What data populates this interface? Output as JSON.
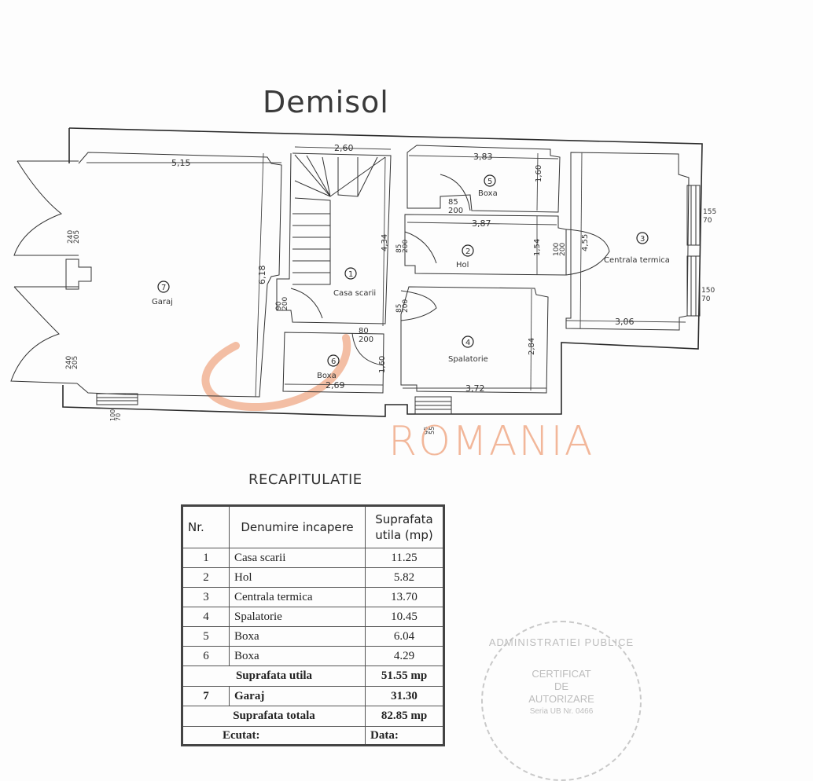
{
  "plan": {
    "title": "Demisol",
    "rooms": [
      {
        "nr": "1",
        "label": "Casa scarii"
      },
      {
        "nr": "2",
        "label": "Hol"
      },
      {
        "nr": "3",
        "label": "Centrala termica"
      },
      {
        "nr": "4",
        "label": "Spalatorie"
      },
      {
        "nr": "5",
        "label": "Boxa"
      },
      {
        "nr": "6",
        "label": "Boxa"
      },
      {
        "nr": "7",
        "label": "Garaj"
      }
    ],
    "dimensions": {
      "garaj_width": "5,15",
      "garaj_height": "6,18",
      "stair_width": "2,60",
      "stair_height": "4,34",
      "boxa5_width": "3,83",
      "boxa5_height": "1,60",
      "hol_width": "3,87",
      "hol_height": "1,54",
      "centrala_height": "4,55",
      "centrala_width": "3,06",
      "spalatorie_height": "2,84",
      "spalatorie_width": "3,72",
      "boxa6_width": "2,69",
      "boxa6_height": "1,60"
    },
    "openings": {
      "garage_door_top": {
        "w": "240",
        "h": "205"
      },
      "garage_door_bottom": {
        "w": "240",
        "h": "205"
      },
      "door_stair_left": {
        "w": "90",
        "h": "200"
      },
      "door_boxa6": {
        "w": "80",
        "h": "200"
      },
      "door_hol_left": {
        "w": "85",
        "h": "200"
      },
      "door_spalatorie": {
        "w": "85",
        "h": "200"
      },
      "door_boxa5": {
        "w": "85",
        "h": "200"
      },
      "door_centrala": {
        "w": "100",
        "h": "200"
      },
      "window_centrala_top": {
        "w": "155",
        "h": "70"
      },
      "window_centrala_bottom": {
        "w": "150",
        "h": "70"
      },
      "window_garaj": {
        "w": "100",
        "h": "70"
      },
      "window_spalatorie": {
        "w": "95",
        "h": "55"
      }
    }
  },
  "recap": {
    "title": "RECAPITULATIE",
    "headers": {
      "nr": "Nr.",
      "name": "Denumire incapere",
      "area_line1": "Suprafata",
      "area_line2": "utila (mp)"
    },
    "rows": [
      {
        "nr": "1",
        "name": "Casa scarii",
        "area": "11.25"
      },
      {
        "nr": "2",
        "name": "Hol",
        "area": "5.82"
      },
      {
        "nr": "3",
        "name": "Centrala termica",
        "area": "13.70"
      },
      {
        "nr": "4",
        "name": "Spalatorie",
        "area": "10.45"
      },
      {
        "nr": "5",
        "name": "Boxa",
        "area": "6.04"
      },
      {
        "nr": "6",
        "name": "Boxa",
        "area": "4.29"
      }
    ],
    "subtotal": {
      "label": "Suprafata utila",
      "value": "51.55 mp"
    },
    "garage_row": {
      "nr": "7",
      "name": "Garaj",
      "area": "31.30"
    },
    "total": {
      "label": "Suprafata totala",
      "value": "82.85 mp"
    },
    "footer": {
      "executed_label": "Ecutat:",
      "date_label": "Data:"
    }
  },
  "watermark": {
    "text": "ROMANIA",
    "color": "#f2b79a"
  },
  "stamp": {
    "ring_text": "ADMINISTRATIEI PUBLICE",
    "line1": "CERTIFICAT",
    "line2": "DE",
    "line3": "AUTORIZARE",
    "line4": "Seria UB Nr. 0466"
  }
}
